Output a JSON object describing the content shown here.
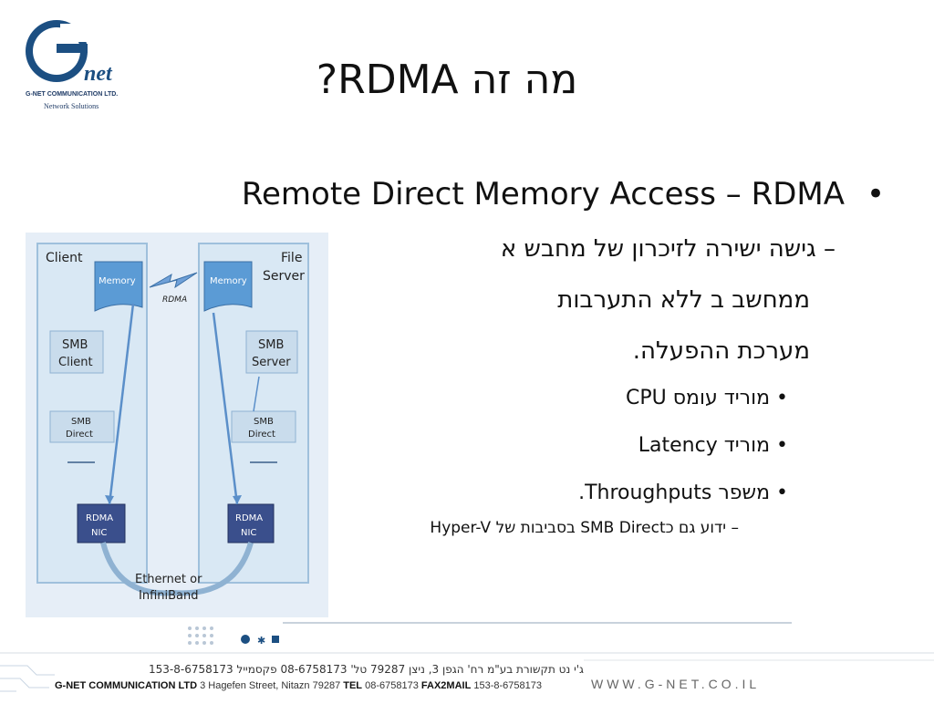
{
  "logo": {
    "brand_letter": "G",
    "brand_suffix": "net",
    "company_line": "G-NET COMMUNICATION LTD.",
    "tagline": "Network Solutions"
  },
  "slide": {
    "title": "מה זה RDMA?",
    "main_bullet": "Remote Direct Memory Access – RDMA",
    "sub_line1": "– גישה ישירה לזיכרון של מחבש א",
    "sub_line2": "ממחשב ב ללא התערבות",
    "sub_line3": "מערכת ההפעלה.",
    "points": [
      "מוריד עומס CPU",
      "מוריד Latency",
      "משפר Throughputs."
    ],
    "note": "– ידוע גם כSMB Direct בסביבות של Hyper-V"
  },
  "diagram": {
    "client_title": "Client",
    "server_title_1": "File",
    "server_title_2": "Server",
    "memory_label": "Memory",
    "rdma_label": "RDMA",
    "smb_client_1": "SMB",
    "smb_client_2": "Client",
    "smb_server_1": "SMB",
    "smb_server_2": "Server",
    "smb_direct_1": "SMB",
    "smb_direct_2": "Direct",
    "nic_1": "RDMA",
    "nic_2": "NIC",
    "network_1": "Ethernet or",
    "network_2": "InfiniBand"
  },
  "footer": {
    "hebrew_line": "ג'י נט תקשורת בע\"מ רח' הגפן 3, ניצן 79287 טל' 08-6758173 פקסמייל 153-8-6758173",
    "company": "G-NET COMMUNICATION LTD",
    "address": "3 Hagefen Street, Nitazn 79287",
    "tel_label": "TEL",
    "tel": "08-6758173",
    "fax_label": "FAX2MAIL",
    "fax": "153-8-6758173",
    "website": "WWW.G-NET.CO.IL"
  },
  "colors": {
    "panel": "#d9e8f4",
    "panel_border": "#9fc0dc",
    "box": "#c9dcec",
    "memory_box": "#5b9bd5",
    "nic": "#3a4f8c",
    "arrow": "#5b8fc9"
  }
}
